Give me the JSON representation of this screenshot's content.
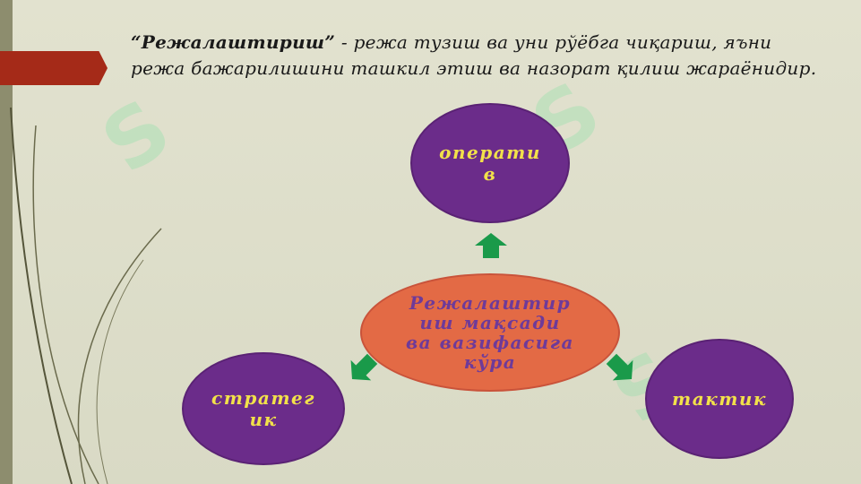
{
  "slide": {
    "heading_term": "“Режалаштириш”",
    "heading_rest": " - режа тузиш ва уни рўёбга чиқариш, яъни режа бажарилишини ташкил этиш ва назорат қилиш жараёнидир."
  },
  "diagram": {
    "center": "Режалаштир иш мақсади ва вазифасига кўра",
    "top": "операти в",
    "left": "стратег ик",
    "right": "тактик"
  },
  "colors": {
    "purple": "#6b2c8a",
    "label_yellow": "#f2e14a",
    "center_fill": "#e36a45",
    "arrow_green": "#1a9a4a",
    "tab_red": "#a52a18"
  }
}
